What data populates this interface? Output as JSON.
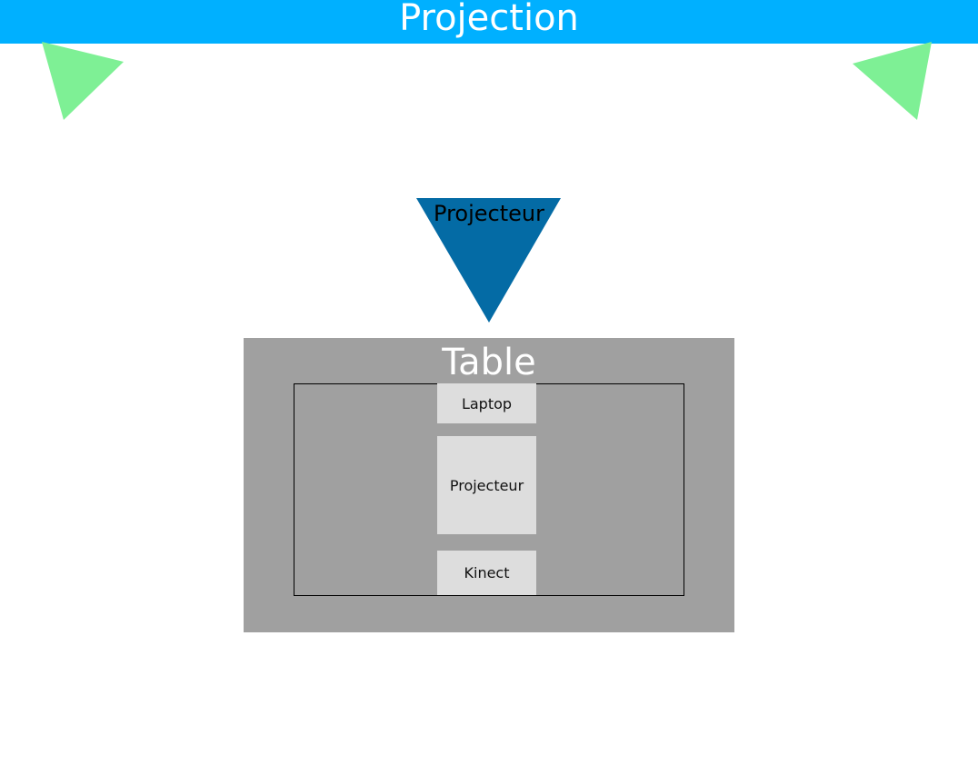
{
  "header": {
    "title": "Projection",
    "color": "#00b0ff"
  },
  "markers": {
    "color": "#7ef095"
  },
  "projector": {
    "label": "Projecteur",
    "color": "#046ba5"
  },
  "table": {
    "title": "Table",
    "color": "#a0a0a0",
    "devices": [
      {
        "label": "Laptop"
      },
      {
        "label": "Projecteur"
      },
      {
        "label": "Kinect"
      }
    ]
  }
}
